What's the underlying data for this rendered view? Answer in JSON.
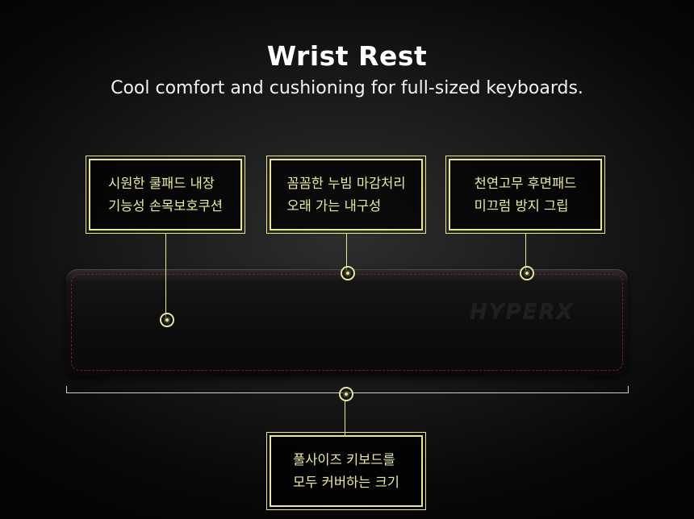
{
  "header": {
    "title": "Wrist Rest",
    "subtitle": "Cool comfort and cushioning for full-sized keyboards."
  },
  "callouts": [
    {
      "lines": [
        "시원한 쿨패드 내장",
        "기능성 손목보호쿠션"
      ]
    },
    {
      "lines": [
        "꼼꼼한 누빔 마감처리",
        "오래 가는 내구성"
      ]
    },
    {
      "lines": [
        "천연고무 후면패드",
        "미끄럼 방지 그립"
      ]
    },
    {
      "lines": [
        "풀사이즈 키보드를",
        "모두 커버하는 크기"
      ]
    }
  ],
  "product": {
    "logo_text": "HYPERX"
  },
  "colors": {
    "accent": "#e6e98e",
    "stitch": "#7a1d1d",
    "background": "#0a0a0a"
  }
}
